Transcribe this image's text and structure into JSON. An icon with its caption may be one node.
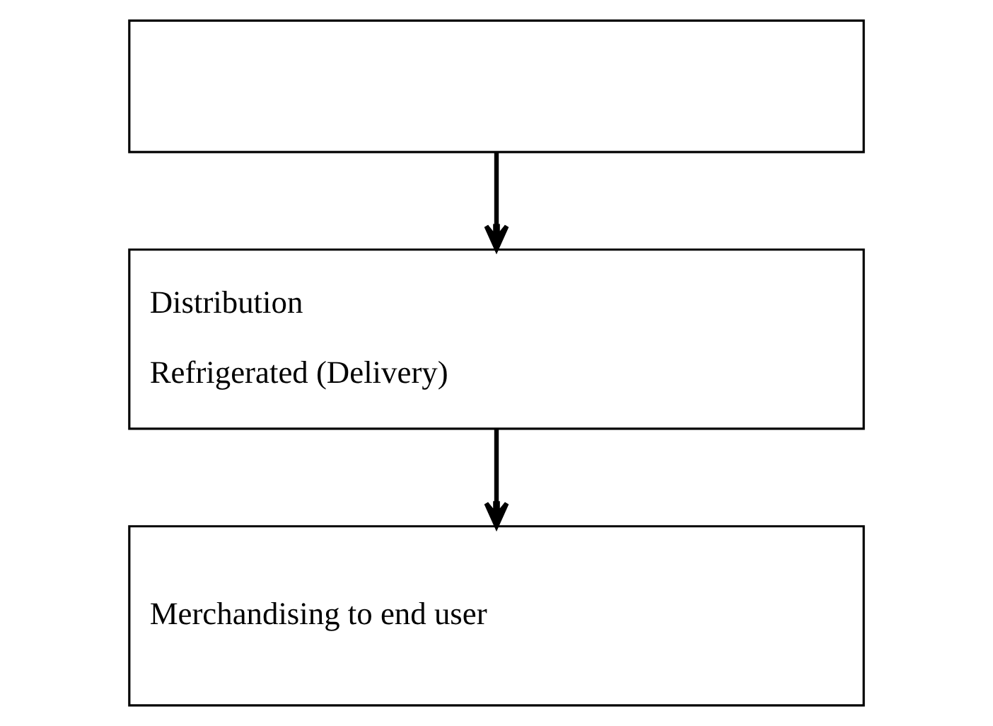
{
  "diagram": {
    "nodes": [
      {
        "text": [],
        "shape": "box"
      },
      {
        "text": [
          "Distribution",
          "Refrigerated (Delivery)"
        ]
      },
      {
        "text": [
          "Merchandising to end user"
        ]
      }
    ],
    "edges": [
      {
        "from": 0,
        "to": 1,
        "arrow": "to"
      },
      {
        "from": 1,
        "to": 2,
        "arrow": "to"
      }
    ]
  }
}
